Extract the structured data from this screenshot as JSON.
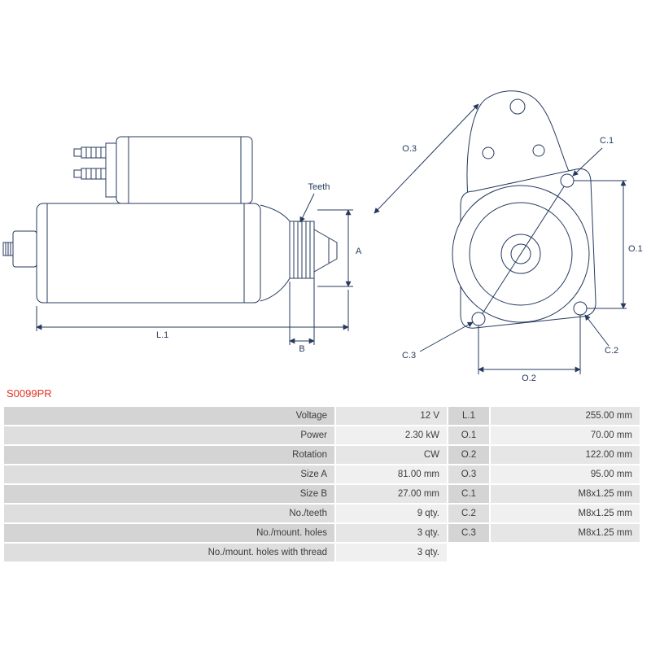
{
  "colors": {
    "diagram_line": "#253a5e",
    "product_code": "#e53224"
  },
  "product": {
    "code": "S0099PR"
  },
  "diagram": {
    "labels": {
      "teeth": "Teeth",
      "a": "A",
      "l1": "L.1",
      "b": "B",
      "o1": "O.1",
      "o2": "O.2",
      "o3": "O.3",
      "c1": "C.1",
      "c2": "C.2",
      "c3": "C.3"
    }
  },
  "spec_table": {
    "rows": [
      {
        "label": "Voltage",
        "value": "12 V",
        "dim_label": "L.1",
        "dim_value": "255.00 mm"
      },
      {
        "label": "Power",
        "value": "2.30 kW",
        "dim_label": "O.1",
        "dim_value": "70.00 mm"
      },
      {
        "label": "Rotation",
        "value": "CW",
        "dim_label": "O.2",
        "dim_value": "122.00 mm"
      },
      {
        "label": "Size A",
        "value": "81.00 mm",
        "dim_label": "O.3",
        "dim_value": "95.00 mm"
      },
      {
        "label": "Size B",
        "value": "27.00 mm",
        "dim_label": "C.1",
        "dim_value": "M8x1.25 mm"
      },
      {
        "label": "No./teeth",
        "value": "9 qty.",
        "dim_label": "C.2",
        "dim_value": "M8x1.25 mm"
      },
      {
        "label": "No./mount. holes",
        "value": "3 qty.",
        "dim_label": "C.3",
        "dim_value": "M8x1.25 mm"
      },
      {
        "label": "No./mount. holes with thread",
        "value": "3 qty.",
        "dim_label": "",
        "dim_value": ""
      }
    ]
  }
}
